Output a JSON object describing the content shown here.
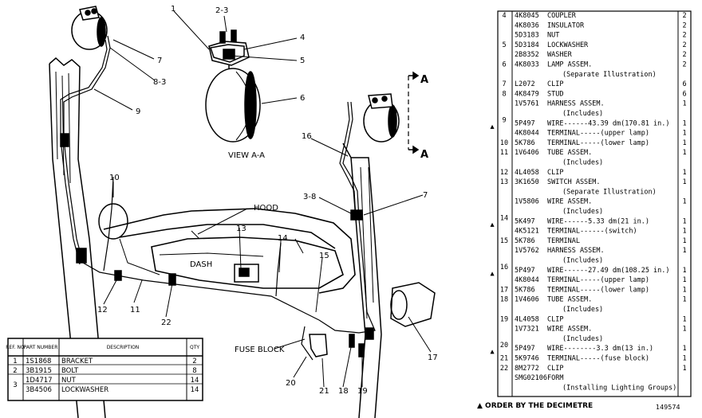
{
  "callouts": [
    "1",
    "2-3",
    "4",
    "5",
    "6",
    "7",
    "8-3",
    "9",
    "10",
    "11",
    "12",
    "13",
    "14",
    "15",
    "16",
    "3-8",
    "7",
    "17",
    "18",
    "19",
    "20",
    "21",
    "22"
  ],
  "labels": {
    "view": "VIEW A-A",
    "hood": "HOOD",
    "dash": "DASH",
    "fuse_block": "FUSE BLOCK",
    "section_a": "A",
    "footnote": "▲ ORDER BY THE DECIMETRE",
    "figure_no": "149574"
  },
  "small_table": {
    "headers": [
      "REF. NO",
      "PART NUMBER",
      "DESCRIPTION",
      "QTY"
    ],
    "rows": [
      [
        "1",
        "1S1868",
        "BRACKET",
        "2"
      ],
      [
        "2",
        "3B1915",
        "BOLT",
        "8"
      ],
      [
        "3",
        "1D4717",
        "NUT",
        "14"
      ],
      [
        "",
        "3B4506",
        "LOCKWASHER",
        "14"
      ]
    ]
  },
  "parts": [
    [
      "",
      "",
      "4",
      "4K8045",
      "COUPLER",
      "2"
    ],
    [
      "",
      "",
      "",
      "4K8036",
      "INSULATOR",
      "2"
    ],
    [
      "",
      "",
      "",
      "5D3183",
      "NUT",
      "2"
    ],
    [
      "",
      "",
      "5",
      "5D3184",
      "LOCKWASHER",
      "2"
    ],
    [
      "",
      "",
      "",
      "2B8352",
      "WASHER",
      "2"
    ],
    [
      "",
      "",
      "6",
      "4K8033",
      "LAMP ASSEM.",
      "2"
    ],
    [
      "",
      "",
      "",
      "",
      "(Separate Illustration)",
      ""
    ],
    [
      "",
      "",
      "7",
      "L2072",
      "CLIP",
      "6"
    ],
    [
      "",
      "",
      "8",
      "4K8479",
      "STUD",
      "6"
    ],
    [
      "",
      "",
      "",
      "1V5761",
      "HARNESS ASSEM.",
      "1"
    ],
    [
      "",
      "",
      "",
      "",
      "(Includes)",
      ""
    ],
    [
      "▲",
      "9",
      "",
      "5P497",
      "WIRE------43.39 dm(170.81 in.)",
      "1"
    ],
    [
      "",
      "",
      "",
      "4K8044",
      "TERMINAL-----(upper lamp)",
      "1"
    ],
    [
      "",
      "",
      "10",
      "5K786",
      "TERMINAL-----(lower lamp)",
      "1"
    ],
    [
      "",
      "",
      "11",
      "1V6406",
      "TUBE ASSEM.",
      "1"
    ],
    [
      "",
      "",
      "",
      "",
      "(Includes)",
      ""
    ],
    [
      "",
      "",
      "12",
      "4L4058",
      "CLIP",
      "1"
    ],
    [
      "",
      "",
      "13",
      "3K1650",
      "SWITCH ASSEM.",
      "1"
    ],
    [
      "",
      "",
      "",
      "",
      "(Separate Illustration)",
      ""
    ],
    [
      "",
      "",
      "",
      "1V5806",
      "WIRE ASSEM.",
      "1"
    ],
    [
      "",
      "",
      "",
      "",
      "(Includes)",
      ""
    ],
    [
      "▲",
      "14",
      "",
      "5K497",
      "WIRE------5.33 dm(21 in.)",
      "1"
    ],
    [
      "",
      "",
      "",
      "4K5121",
      "TERMINAL------(switch)",
      "1"
    ],
    [
      "",
      "",
      "15",
      "5K786",
      "TERMINAL",
      "1"
    ],
    [
      "",
      "",
      "",
      "1V5762",
      "HARNESS ASSEM.",
      "1"
    ],
    [
      "",
      "",
      "",
      "",
      "(Includes)",
      ""
    ],
    [
      "▲",
      "16",
      "",
      "5P497",
      "WIRE------27.49 dm(108.25 in.)",
      "1"
    ],
    [
      "",
      "",
      "",
      "4K8044",
      "TERMINAL-----(upper lamp)",
      "1"
    ],
    [
      "",
      "",
      "17",
      "5K786",
      "TERMINAL-----(lower lamp)",
      "1"
    ],
    [
      "",
      "",
      "18",
      "1V4606",
      "TUBE ASSEM.",
      "1"
    ],
    [
      "",
      "",
      "",
      "",
      "(Includes)",
      ""
    ],
    [
      "",
      "",
      "19",
      "4L4058",
      "CLIP",
      "1"
    ],
    [
      "",
      "",
      "",
      "1V7321",
      "WIRE ASSEM.",
      "1"
    ],
    [
      "",
      "",
      "",
      "",
      "(Includes)",
      ""
    ],
    [
      "▲",
      "20",
      "",
      "5P497",
      "WIRE--------3.3 dm(13 in.)",
      "1"
    ],
    [
      "",
      "",
      "21",
      "5K9746",
      "TERMINAL-----(fuse block)",
      "1"
    ],
    [
      "",
      "",
      "22",
      "8M2772",
      "CLIP",
      "1"
    ],
    [
      "",
      "",
      "",
      "SMG02106",
      "FORM",
      ""
    ],
    [
      "",
      "",
      "",
      "",
      "(Installing Lighting Groups)",
      ""
    ]
  ]
}
